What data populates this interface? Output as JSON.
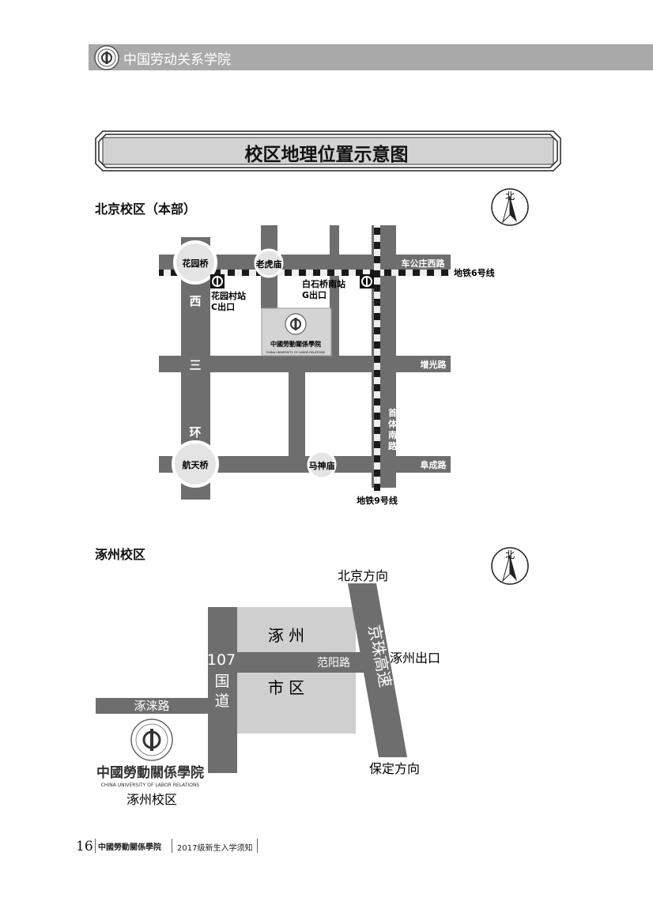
{
  "header": {
    "school_name": "中国劳动关系学院"
  },
  "page_title": "校区地理位置示意图",
  "north_label": "北",
  "beijing": {
    "section_title": "北京校区（本部）",
    "labels": {
      "huayuan_bridge": "花园桥",
      "laohu_temple": "老虎庙",
      "chegongzhuang": "车公庄西路",
      "line6": "地铁6号线",
      "huayuancun_station": "花园村站",
      "huayuancun_exit": "C出口",
      "baishiqiao_station": "白石桥南站",
      "baishiqiao_exit": "G出口",
      "xi": "西",
      "san": "三",
      "huan": "环",
      "zengguang": "增光路",
      "shoutinan": "首体南路",
      "hangtian_bridge": "航天桥",
      "mashen_temple": "马神庙",
      "fucheng": "阜成路",
      "line9": "地铁9号线"
    }
  },
  "zhuozhou": {
    "section_title": "涿州校区",
    "labels": {
      "beijing_dir": "北京方向",
      "zhuozhou": "涿 州",
      "shiqu": "市 区",
      "fanyang": "范阳路",
      "jingzhu": "京珠高速",
      "zhuozhou_exit": "涿州出口",
      "guodao_num": "107",
      "guodao_guo": "国",
      "guodao_dao": "道",
      "zhuolai": "涿涞路",
      "baoding_dir": "保定方向",
      "campus": "涿州校区"
    }
  },
  "logo": {
    "name_cn": "中國勞動關係學院",
    "name_en": "CHINA UNIVERSITY OF LABOR RELATIONS"
  },
  "footer": {
    "page_number": "16",
    "school_name": "中國勞動關係學院",
    "doc_title": "2017级新生入学须知"
  }
}
